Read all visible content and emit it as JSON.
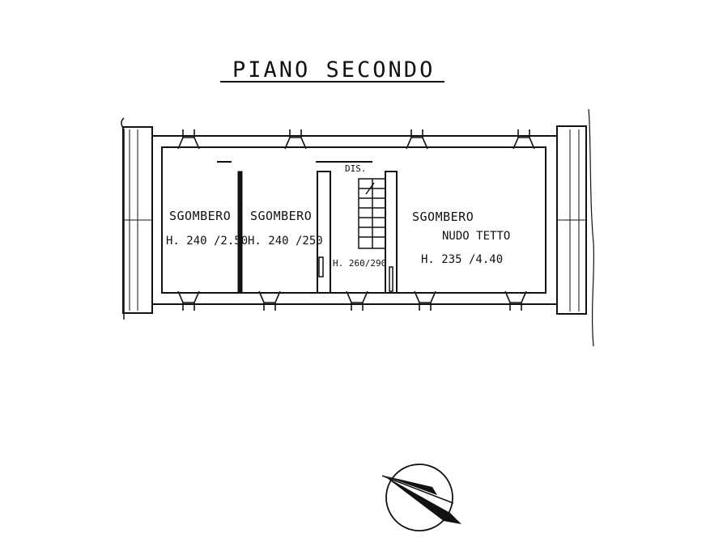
{
  "title": "PIANO SECONDO",
  "rooms": [
    {
      "name": "SGOMBERO",
      "height": "H. 240 /2.50",
      "note": ""
    },
    {
      "name": "SGOMBERO",
      "height": "H. 240 /250",
      "note": ""
    },
    {
      "name": "",
      "height": "H. 260/290",
      "note": ""
    },
    {
      "name": "SGOMBERO",
      "height": "H. 235 /4.40",
      "note": "NUDO TETTO"
    }
  ],
  "stair_label": "DIS.",
  "compass": {
    "icon": "north-arrow-icon"
  },
  "colors": {
    "ink": "#111111",
    "paper": "#ffffff"
  }
}
